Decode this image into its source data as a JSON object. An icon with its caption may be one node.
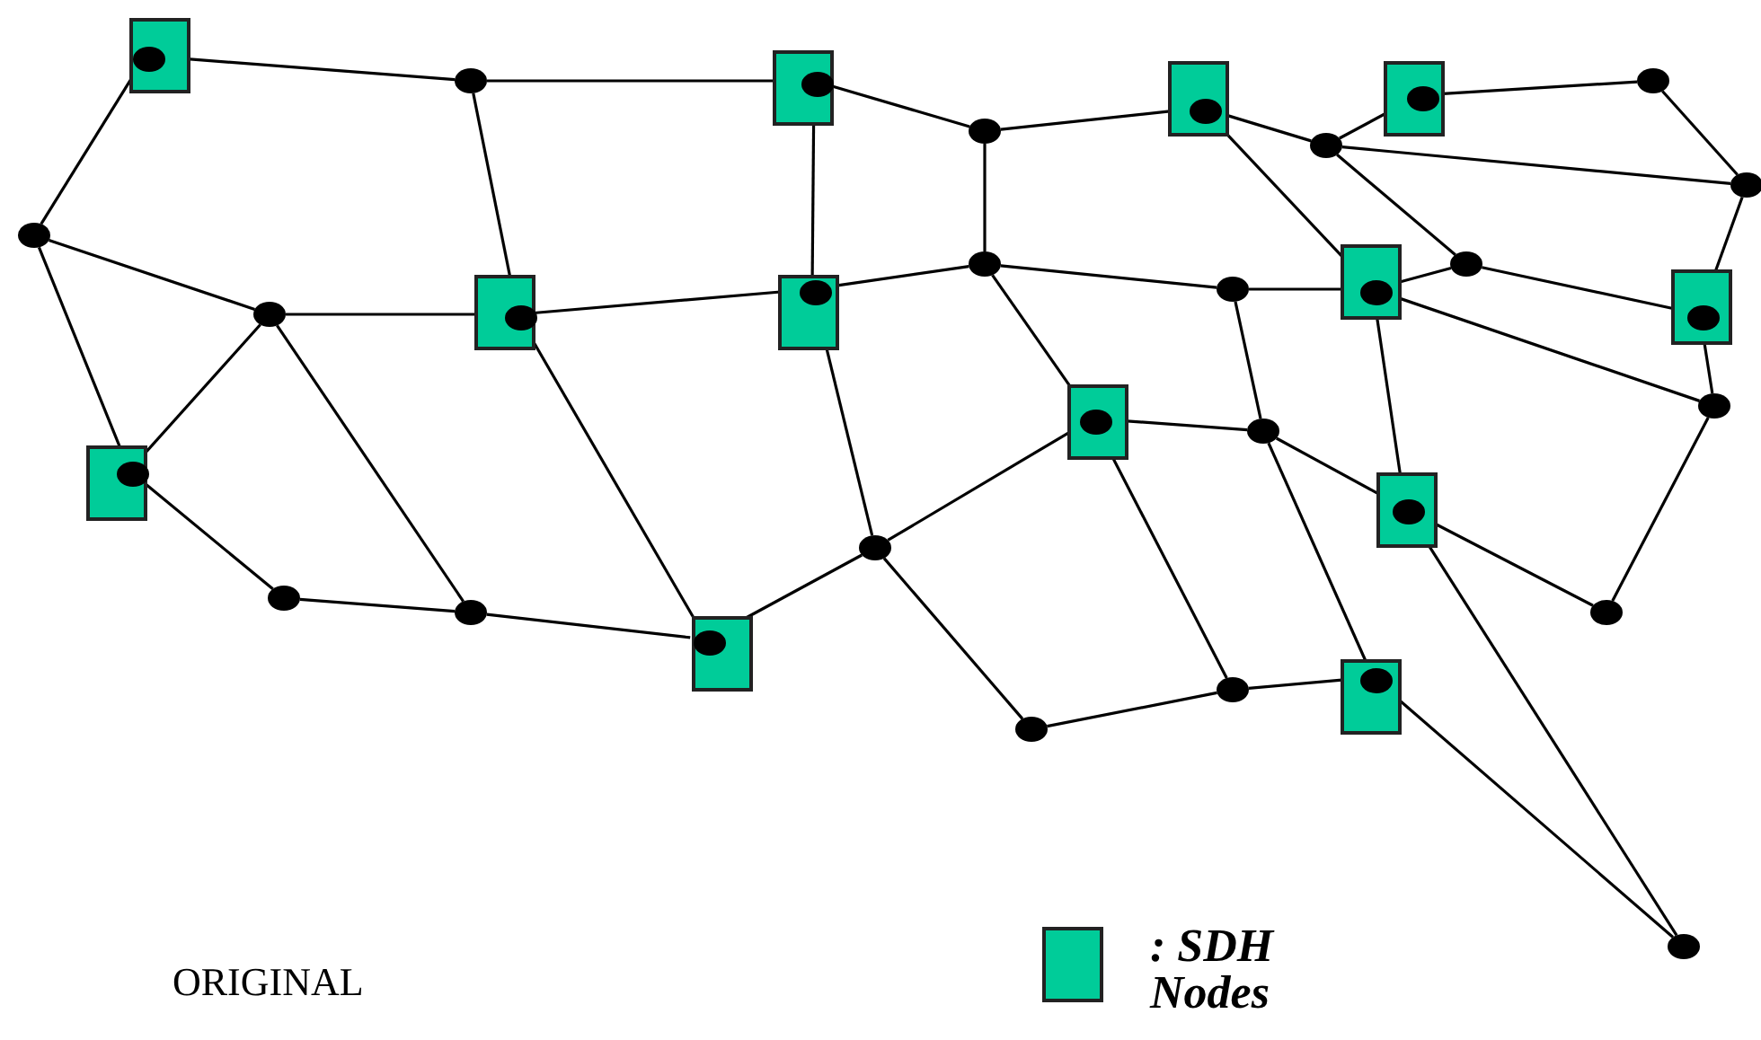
{
  "diagram": {
    "nodes": [
      {
        "text": [],
        "shape": "box"
      },
      {
        "text": [],
        "shape": "circle",
        "in": 0
      },
      {
        "text": [],
        "shape": "circle"
      },
      {
        "text": [],
        "shape": "box"
      },
      {
        "text": [],
        "shape": "circle",
        "in": 3
      },
      {
        "text": [],
        "shape": "circle"
      },
      {
        "text": [],
        "shape": "box"
      },
      {
        "text": [],
        "shape": "circle",
        "in": 6
      },
      {
        "text": [],
        "shape": "box"
      },
      {
        "text": [],
        "shape": "circle",
        "in": 8
      },
      {
        "text": [],
        "shape": "circle"
      },
      {
        "text": [],
        "shape": "circle"
      },
      {
        "text": [],
        "shape": "circle"
      },
      {
        "text": [],
        "shape": "circle"
      },
      {
        "text": [],
        "shape": "circle"
      },
      {
        "text": [],
        "shape": "box"
      },
      {
        "text": [],
        "shape": "circle",
        "in": 15
      },
      {
        "text": [],
        "shape": "box"
      },
      {
        "text": [],
        "shape": "circle",
        "in": 17
      },
      {
        "text": [],
        "shape": "circle"
      },
      {
        "text": [],
        "shape": "circle"
      },
      {
        "text": [],
        "shape": "box"
      },
      {
        "text": [],
        "shape": "circle",
        "in": 21
      },
      {
        "text": [],
        "shape": "circle"
      },
      {
        "text": [],
        "shape": "box"
      },
      {
        "text": [],
        "shape": "circle",
        "in": 24
      },
      {
        "text": [],
        "shape": "box"
      },
      {
        "text": [],
        "shape": "circle",
        "in": 26
      },
      {
        "text": [],
        "shape": "circle"
      },
      {
        "text": [],
        "shape": "circle"
      },
      {
        "text": [],
        "shape": "box"
      },
      {
        "text": [],
        "shape": "circle",
        "in": 30
      },
      {
        "text": [],
        "shape": "box"
      },
      {
        "text": [],
        "shape": "circle",
        "in": 32
      },
      {
        "text": [],
        "shape": "circle"
      },
      {
        "text": [],
        "shape": "circle"
      },
      {
        "text": [],
        "shape": "circle"
      },
      {
        "text": [],
        "shape": "box"
      },
      {
        "text": [],
        "shape": "circle",
        "in": 37
      },
      {
        "text": [],
        "shape": "circle"
      },
      {
        "text": [],
        "shape": "circle"
      },
      {
        "text": [],
        "shape": "circle"
      },
      {
        "text": [],
        "shape": "box"
      },
      {
        "text": [],
        "shape": "circle",
        "in": 42
      },
      {
        "text": [],
        "shape": "circle"
      }
    ],
    "edges": [
      {
        "from": 1,
        "to": 2,
        "arrow": "none"
      },
      {
        "from": 1,
        "to": 13,
        "arrow": "none"
      },
      {
        "from": 2,
        "to": 4,
        "arrow": "none"
      },
      {
        "from": 2,
        "to": 16,
        "arrow": "none"
      },
      {
        "from": 4,
        "to": 18,
        "arrow": "none"
      },
      {
        "from": 4,
        "to": 5,
        "arrow": "none"
      },
      {
        "from": 13,
        "to": 14,
        "arrow": "none"
      },
      {
        "from": 13,
        "to": 31,
        "arrow": "none"
      },
      {
        "from": 14,
        "to": 16,
        "arrow": "none"
      },
      {
        "from": 14,
        "to": 31,
        "arrow": "none"
      },
      {
        "from": 14,
        "to": 36,
        "arrow": "none"
      },
      {
        "from": 16,
        "to": 18,
        "arrow": "none"
      },
      {
        "from": 16,
        "to": 38,
        "arrow": "none"
      },
      {
        "from": 31,
        "to": 35,
        "arrow": "none"
      },
      {
        "from": 35,
        "to": 36,
        "arrow": "none"
      },
      {
        "from": 36,
        "to": 38,
        "arrow": "none"
      },
      {
        "from": 38,
        "to": 34,
        "arrow": "none"
      },
      {
        "from": 18,
        "to": 19,
        "arrow": "none"
      },
      {
        "from": 18,
        "to": 34,
        "arrow": "none"
      },
      {
        "from": 5,
        "to": 7,
        "arrow": "none"
      },
      {
        "from": 5,
        "to": 19,
        "arrow": "none"
      },
      {
        "from": 7,
        "to": 11,
        "arrow": "none"
      },
      {
        "from": 7,
        "to": 22,
        "arrow": "none"
      },
      {
        "from": 9,
        "to": 11,
        "arrow": "none"
      },
      {
        "from": 9,
        "to": 10,
        "arrow": "none"
      },
      {
        "from": 10,
        "to": 12,
        "arrow": "none"
      },
      {
        "from": 11,
        "to": 12,
        "arrow": "none"
      },
      {
        "from": 11,
        "to": 23,
        "arrow": "none"
      },
      {
        "from": 23,
        "to": 25,
        "arrow": "none"
      },
      {
        "from": 22,
        "to": 23,
        "arrow": "none"
      },
      {
        "from": 22,
        "to": 29,
        "arrow": "none"
      },
      {
        "from": 25,
        "to": 29,
        "arrow": "none"
      },
      {
        "from": 12,
        "to": 25,
        "arrow": "none"
      },
      {
        "from": 22,
        "to": 33,
        "arrow": "none"
      },
      {
        "from": 19,
        "to": 20,
        "arrow": "none"
      },
      {
        "from": 20,
        "to": 22,
        "arrow": "none"
      },
      {
        "from": 19,
        "to": 27,
        "arrow": "none"
      },
      {
        "from": 27,
        "to": 28,
        "arrow": "none"
      },
      {
        "from": 27,
        "to": 41,
        "arrow": "none"
      },
      {
        "from": 20,
        "to": 28,
        "arrow": "none"
      },
      {
        "from": 28,
        "to": 33,
        "arrow": "none"
      },
      {
        "from": 28,
        "to": 43,
        "arrow": "none"
      },
      {
        "from": 33,
        "to": 39,
        "arrow": "none"
      },
      {
        "from": 39,
        "to": 29,
        "arrow": "none"
      },
      {
        "from": 33,
        "to": 44,
        "arrow": "none"
      },
      {
        "from": 34,
        "to": 27,
        "arrow": "none"
      },
      {
        "from": 34,
        "to": 40,
        "arrow": "none"
      },
      {
        "from": 40,
        "to": 41,
        "arrow": "none"
      },
      {
        "from": 41,
        "to": 43,
        "arrow": "none"
      },
      {
        "from": 43,
        "to": 44,
        "arrow": "none"
      }
    ],
    "labels": [
      "ORIGINAL"
    ],
    "legend": [
      {
        "text": ": SDH Nodes",
        "color": "#00cc99"
      }
    ]
  }
}
